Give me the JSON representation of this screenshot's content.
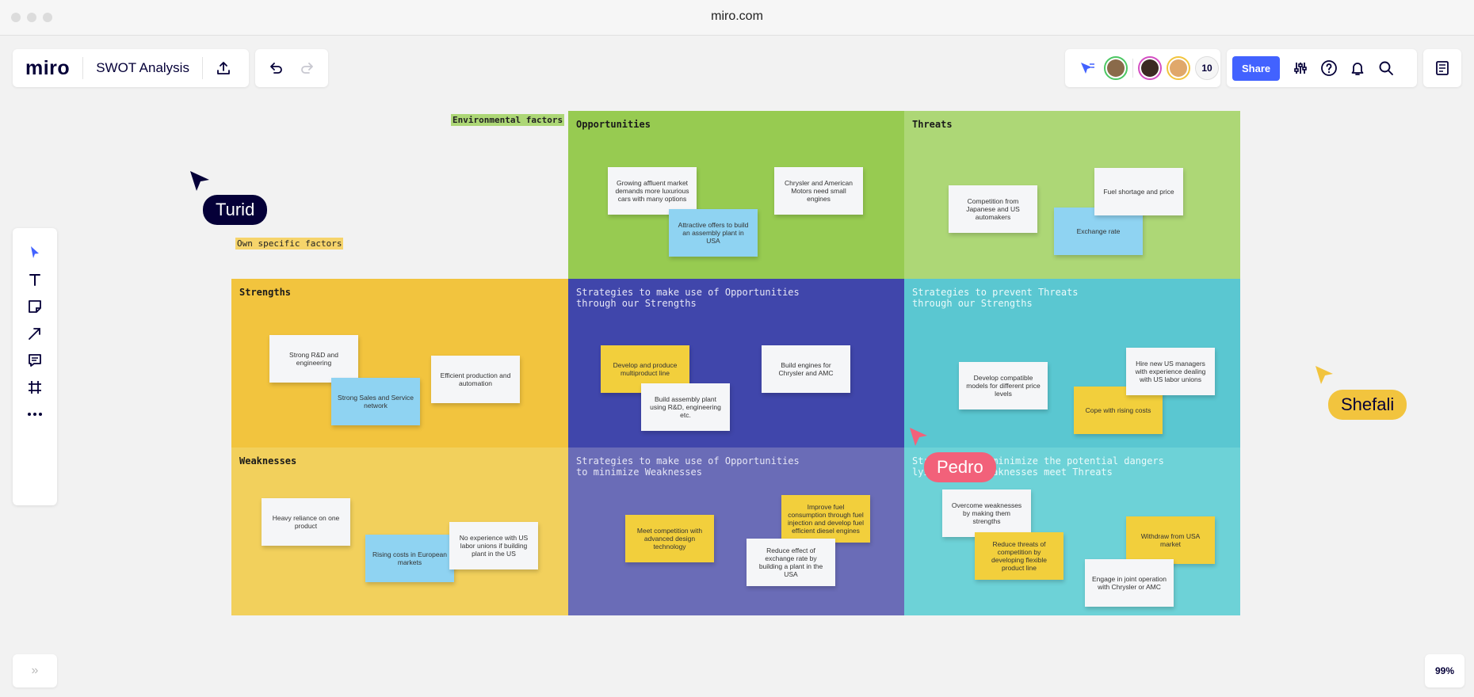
{
  "browser": {
    "url": "miro.com"
  },
  "header": {
    "logo": "miro",
    "board_title": "SWOT Analysis",
    "collaborator_count": "10",
    "share_label": "Share"
  },
  "zoom": "99%",
  "labels": {
    "environmental": "Environmental factors",
    "own": "Own specific factors"
  },
  "quadrants": {
    "opportunities": "Opportunities",
    "threats": "Threats",
    "strengths": "Strengths",
    "so": "Strategies to make use of Opportunities\nthrough our Strengths",
    "st": "Strategies to prevent Threats\nthrough our Strengths",
    "weaknesses": "Weaknesses",
    "wo": "Strategies to make use of Opportunities\nto minimize Weaknesses",
    "wt": "Strategies to minimize the potential dangers\nlying where Weaknesses meet Threats"
  },
  "notes": {
    "opp1": "Growing affluent market demands more luxurious cars with many options",
    "opp2": "Attractive offers to build an assembly plant in USA",
    "opp3": "Chrysler and American Motors need small engines",
    "thr1": "Competition from Japanese and US automakers",
    "thr2": "Exchange rate",
    "thr3": "Fuel shortage and price",
    "str1": "Strong R&D and engineering",
    "str2": "Strong Sales and Service network",
    "str3": "Efficient production and automation",
    "so1": "Develop and produce multiproduct line",
    "so2": "Build assembly plant using R&D, engineering etc.",
    "so3": "Build engines for Chrysler and AMC",
    "st1": "Develop compatible models for different price levels",
    "st2": "Cope with rising costs",
    "st3": "Hire new US managers with experience dealing with US labor unions",
    "wk1": "Heavy reliance on one product",
    "wk2": "Rising costs in European markets",
    "wk3": "No experience with US labor unions if building plant in the US",
    "wo1": "Meet competition with advanced design technology",
    "wo2": "Improve fuel consumption through fuel injection and develop fuel efficient diesel engines",
    "wo3": "Reduce effect of exchange rate by building a plant in the USA",
    "wt1": "Overcome weaknesses by making them strengths",
    "wt2": "Reduce threats of competition by developing flexible product line",
    "wt3": "Withdraw from USA market",
    "wt4": "Engage in joint operation with Chrysler or AMC"
  },
  "cursors": {
    "turid": "Turid",
    "pedro": "Pedro",
    "shefali": "Shefali"
  },
  "colors": {
    "accent": "#4262ff",
    "opportunities": "#97cb51",
    "threats": "#add776",
    "strengths": "#f2c43e",
    "weaknesses": "#f2d05c",
    "so": "#4046ab",
    "wo": "#6a6cb7",
    "st": "#5ac7d1",
    "wt": "#6dd2d7"
  }
}
